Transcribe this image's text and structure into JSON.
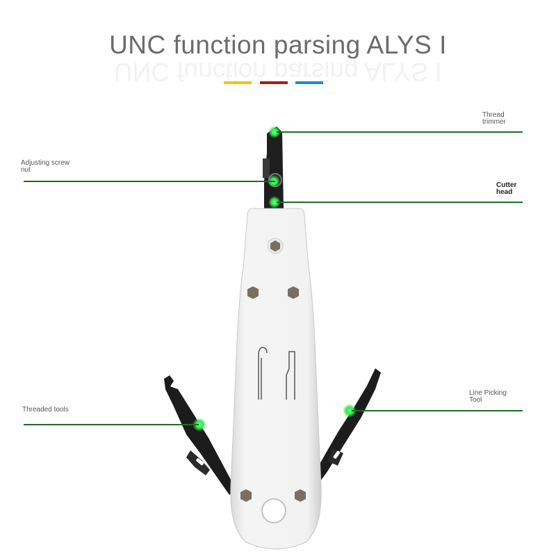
{
  "title": "UNC function parsing ALYS I",
  "accent_colors": {
    "yellow": "#f2c400",
    "red": "#b01818",
    "blue": "#1e88d8",
    "leader_line": "#1f6b2a",
    "marker": "#2ee84a"
  },
  "callouts": {
    "thread_trimmer": {
      "line1": "Thread",
      "line2": "trimmer"
    },
    "adjusting_screw_nut": {
      "line1": "Adjusting screw",
      "line2": "nut"
    },
    "cutter_head": {
      "line1": "Cutter",
      "line2": "head"
    },
    "threaded_tools": {
      "line1": "Threaded tools"
    },
    "line_picking_tool": {
      "line1": "Line Picking",
      "line2": "Tool"
    }
  }
}
